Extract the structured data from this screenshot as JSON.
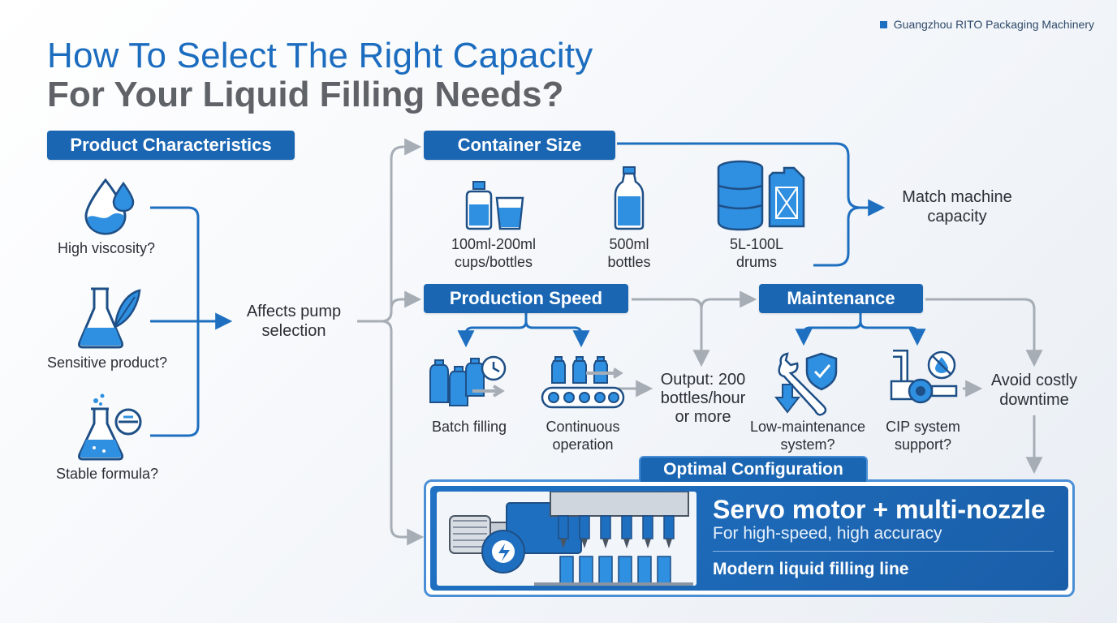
{
  "brand": "Guangzhou RITO Packaging Machinery",
  "title": {
    "line1": "How To Select The Right Capacity",
    "line2": "For Your Liquid Filling Needs?"
  },
  "product_characteristics": {
    "heading": "Product Characteristics",
    "items": [
      {
        "label": "High viscosity?",
        "icon": "liquid-drops-icon"
      },
      {
        "label": "Sensitive product?",
        "icon": "flask-feather-icon"
      },
      {
        "label": "Stable formula?",
        "icon": "flask-stabilizer-icon"
      }
    ],
    "result": "Affects pump selection"
  },
  "container_size": {
    "heading": "Container Size",
    "items": [
      {
        "line1": "100ml-200ml",
        "line2": "cups/bottles",
        "icon": "bottle-cup-icon"
      },
      {
        "line1": "500ml",
        "line2": "bottles",
        "icon": "bottle-icon"
      },
      {
        "line1": "5L-100L",
        "line2": "drums",
        "icon": "drum-jerrycan-icon"
      }
    ],
    "result_line1": "Match machine",
    "result_line2": "capacity"
  },
  "production_speed": {
    "heading": "Production Speed",
    "items": [
      {
        "line1": "Batch filling",
        "line2": "",
        "icon": "batch-bottles-clock-icon"
      },
      {
        "line1": "Continuous",
        "line2": "operation",
        "icon": "conveyor-bottles-icon"
      }
    ],
    "output_line1": "Output: 200",
    "output_line2": "bottles/hour",
    "output_line3": "or more"
  },
  "maintenance": {
    "heading": "Maintenance",
    "items": [
      {
        "line1": "Low-maintenance",
        "line2": "system?",
        "icon": "wrench-shield-icon"
      },
      {
        "line1": "CIP system",
        "line2": "support?",
        "icon": "pipe-pump-icon"
      }
    ],
    "result_line1": "Avoid costly",
    "result_line2": "downtime"
  },
  "optimal": {
    "tab": "Optimal Configuration",
    "title": "Servo motor + multi-nozzle",
    "subtitle": "For high-speed, high accuracy",
    "note": "Modern liquid filling line"
  },
  "colors": {
    "primary": "#1a66b3",
    "accent": "#1c6dbf",
    "connector_blue": "#1e6fc0",
    "connector_gray": "#a7adb5",
    "title_gray": "#5f6368"
  }
}
